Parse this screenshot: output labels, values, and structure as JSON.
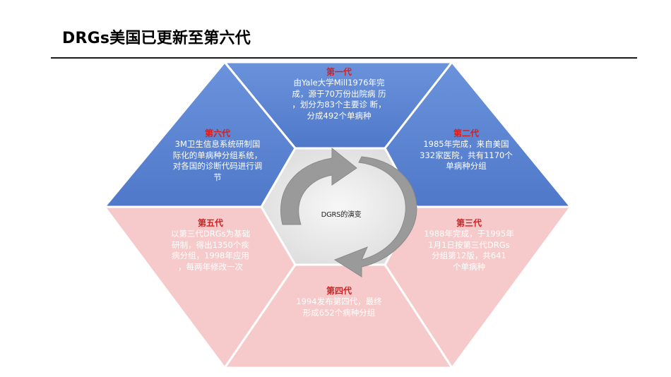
{
  "title": "DRGs美国已更新至第六代",
  "center_label": "DGRS的演变",
  "colors": {
    "blue": "#5b84d4",
    "pink": "#f6caca",
    "heading_red": "#d42020",
    "center_fill": "#ececec",
    "arrow_gray": "#9a9a9a"
  },
  "segments": {
    "gen1": {
      "heading": "第一代",
      "lines": [
        "由Yale大学Mill1976年完",
        "成，源于70万份出院病 历",
        "，划分为83个主要诊 断，",
        "分成492个单病种"
      ]
    },
    "gen2": {
      "heading": "第二代",
      "lines": [
        "1985年完成，来自美国",
        "332家医院，共有1170个",
        "单病种分组"
      ]
    },
    "gen3": {
      "heading": "第三代",
      "lines": [
        "1988年完成，于1995年",
        "1月1日按第三代DRGs",
        "分组第12版，共641",
        "个单病种"
      ]
    },
    "gen4": {
      "heading": "第四代",
      "lines": [
        "1994发布第四代，最终",
        "形成652个病种分组"
      ]
    },
    "gen5": {
      "heading": "第五代",
      "lines": [
        "以第三代DRGs为基础",
        "研制，得出1350个疾",
        "病分组，1998年应用",
        "，每两年修改一次"
      ]
    },
    "gen6": {
      "heading": "第六代",
      "lines": [
        "3M卫生信息系统研制国",
        "际化的单病种分组系统，",
        "对各国的诊断代码进行调",
        "节"
      ]
    }
  }
}
